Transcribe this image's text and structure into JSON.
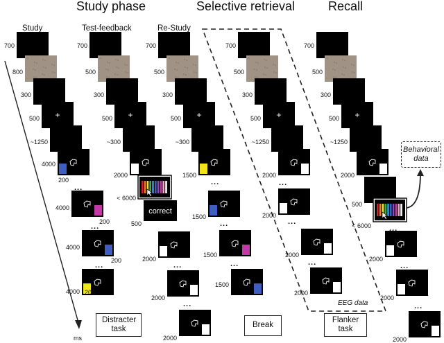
{
  "phases": {
    "study": "Study phase",
    "selective": "Selective retrieval",
    "recall": "Recall"
  },
  "columns": {
    "study": "Study",
    "test_feedback": "Test-feedback",
    "restudy": "Re-Study"
  },
  "ellipsis": "...",
  "fixation": "+",
  "feedback": "correct",
  "breaks": {
    "distracter": "Distracter task",
    "break": "Break",
    "flanker": "Flanker task"
  },
  "behavioral": "Behavioral data",
  "eeg": "EEG data",
  "ms": "ms",
  "colors": {
    "screen": "#000000",
    "noise": "#a09284",
    "blue": "#3e5fbf",
    "magenta": "#c23aa6",
    "yellow": "#f2e41b",
    "white": "#ffffff"
  },
  "times": {
    "study": [
      "700",
      "800",
      "300",
      "500",
      "~1250",
      "4000",
      "200",
      "4000",
      "200",
      "4000",
      "200",
      "4000",
      "200"
    ],
    "test_feedback": [
      "700",
      "500",
      "300",
      "500",
      "~300",
      "2000",
      "< 6000",
      "500"
    ],
    "restudy": [
      "700",
      "500",
      "300",
      "500",
      "~300",
      "1500",
      "1500",
      "1500",
      "1500"
    ],
    "restudy_white": [
      "2000",
      "2000",
      "2000"
    ],
    "selective": [
      "700",
      "500",
      "300",
      "500",
      "~1250",
      "2000",
      "2000",
      "2000",
      "2000"
    ],
    "recall": [
      "700",
      "500",
      "300",
      "500",
      "~1250",
      "2000",
      "500",
      "< 6000",
      "2000",
      "2000",
      "2000"
    ]
  }
}
